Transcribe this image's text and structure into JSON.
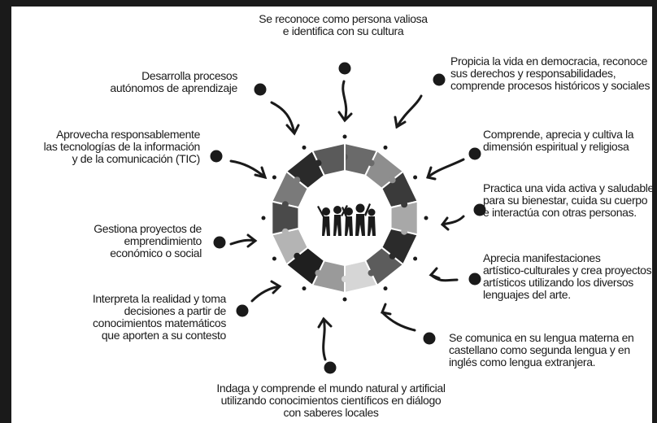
{
  "competencies": [
    {
      "key": "top",
      "text": "Se reconoce como persona valiosa\ne identifica con su cultura"
    },
    {
      "key": "top-right",
      "text": "Propicia la vida en democracia, reconoce\nsus derechos y responsabilidades,\ncomprende procesos históricos y sociales"
    },
    {
      "key": "right-1",
      "text": "Comprende, aprecia y cultiva la\ndimensión espiritual y religiosa"
    },
    {
      "key": "right-2",
      "text": "Practica una vida activa y saludable\npara su bienestar, cuida su cuerpo\ne interactúa con otras personas."
    },
    {
      "key": "right-3",
      "text": "Aprecia manifestaciones\nartístico-culturales y crea proyectos\nartísticos utilizando los diversos\nlenguajes del arte."
    },
    {
      "key": "bottom-right",
      "text": "Se comunica en su lengua materna en\ncastellano como segunda lengua y en\ninglés como lengua extranjera."
    },
    {
      "key": "bottom",
      "text": "Indaga y comprende el mundo natural y artificial\nutilizando conocimientos científicos en diálogo\ncon saberes locales"
    },
    {
      "key": "left-3",
      "text": "Interpreta la realidad y toma\ndecisiones a partir de\nconocimientos matemáticos\nque aporten a su contesto"
    },
    {
      "key": "left-2",
      "text": "Gestiona proyectos de\nemprendimiento\neconómico o social"
    },
    {
      "key": "left-1",
      "text": "Aprovecha responsablemente\nlas tecnologías de la información\ny de la comunicación (TIC)"
    },
    {
      "key": "top-left",
      "text": "Desarrolla procesos\nautónomos de aprendizaje"
    }
  ],
  "colors": {
    "ink": "#1a1a1a",
    "segments": [
      "#6a6a6a",
      "#8e8e8e",
      "#3a3a3a",
      "#a8a8a8",
      "#2b2b2b",
      "#5c5c5c",
      "#d6d6d6",
      "#9a9a9a",
      "#1f1f1f",
      "#b4b4b4",
      "#4a4a4a",
      "#7a7a7a",
      "#2a2a2a",
      "#5a5a5a"
    ]
  }
}
